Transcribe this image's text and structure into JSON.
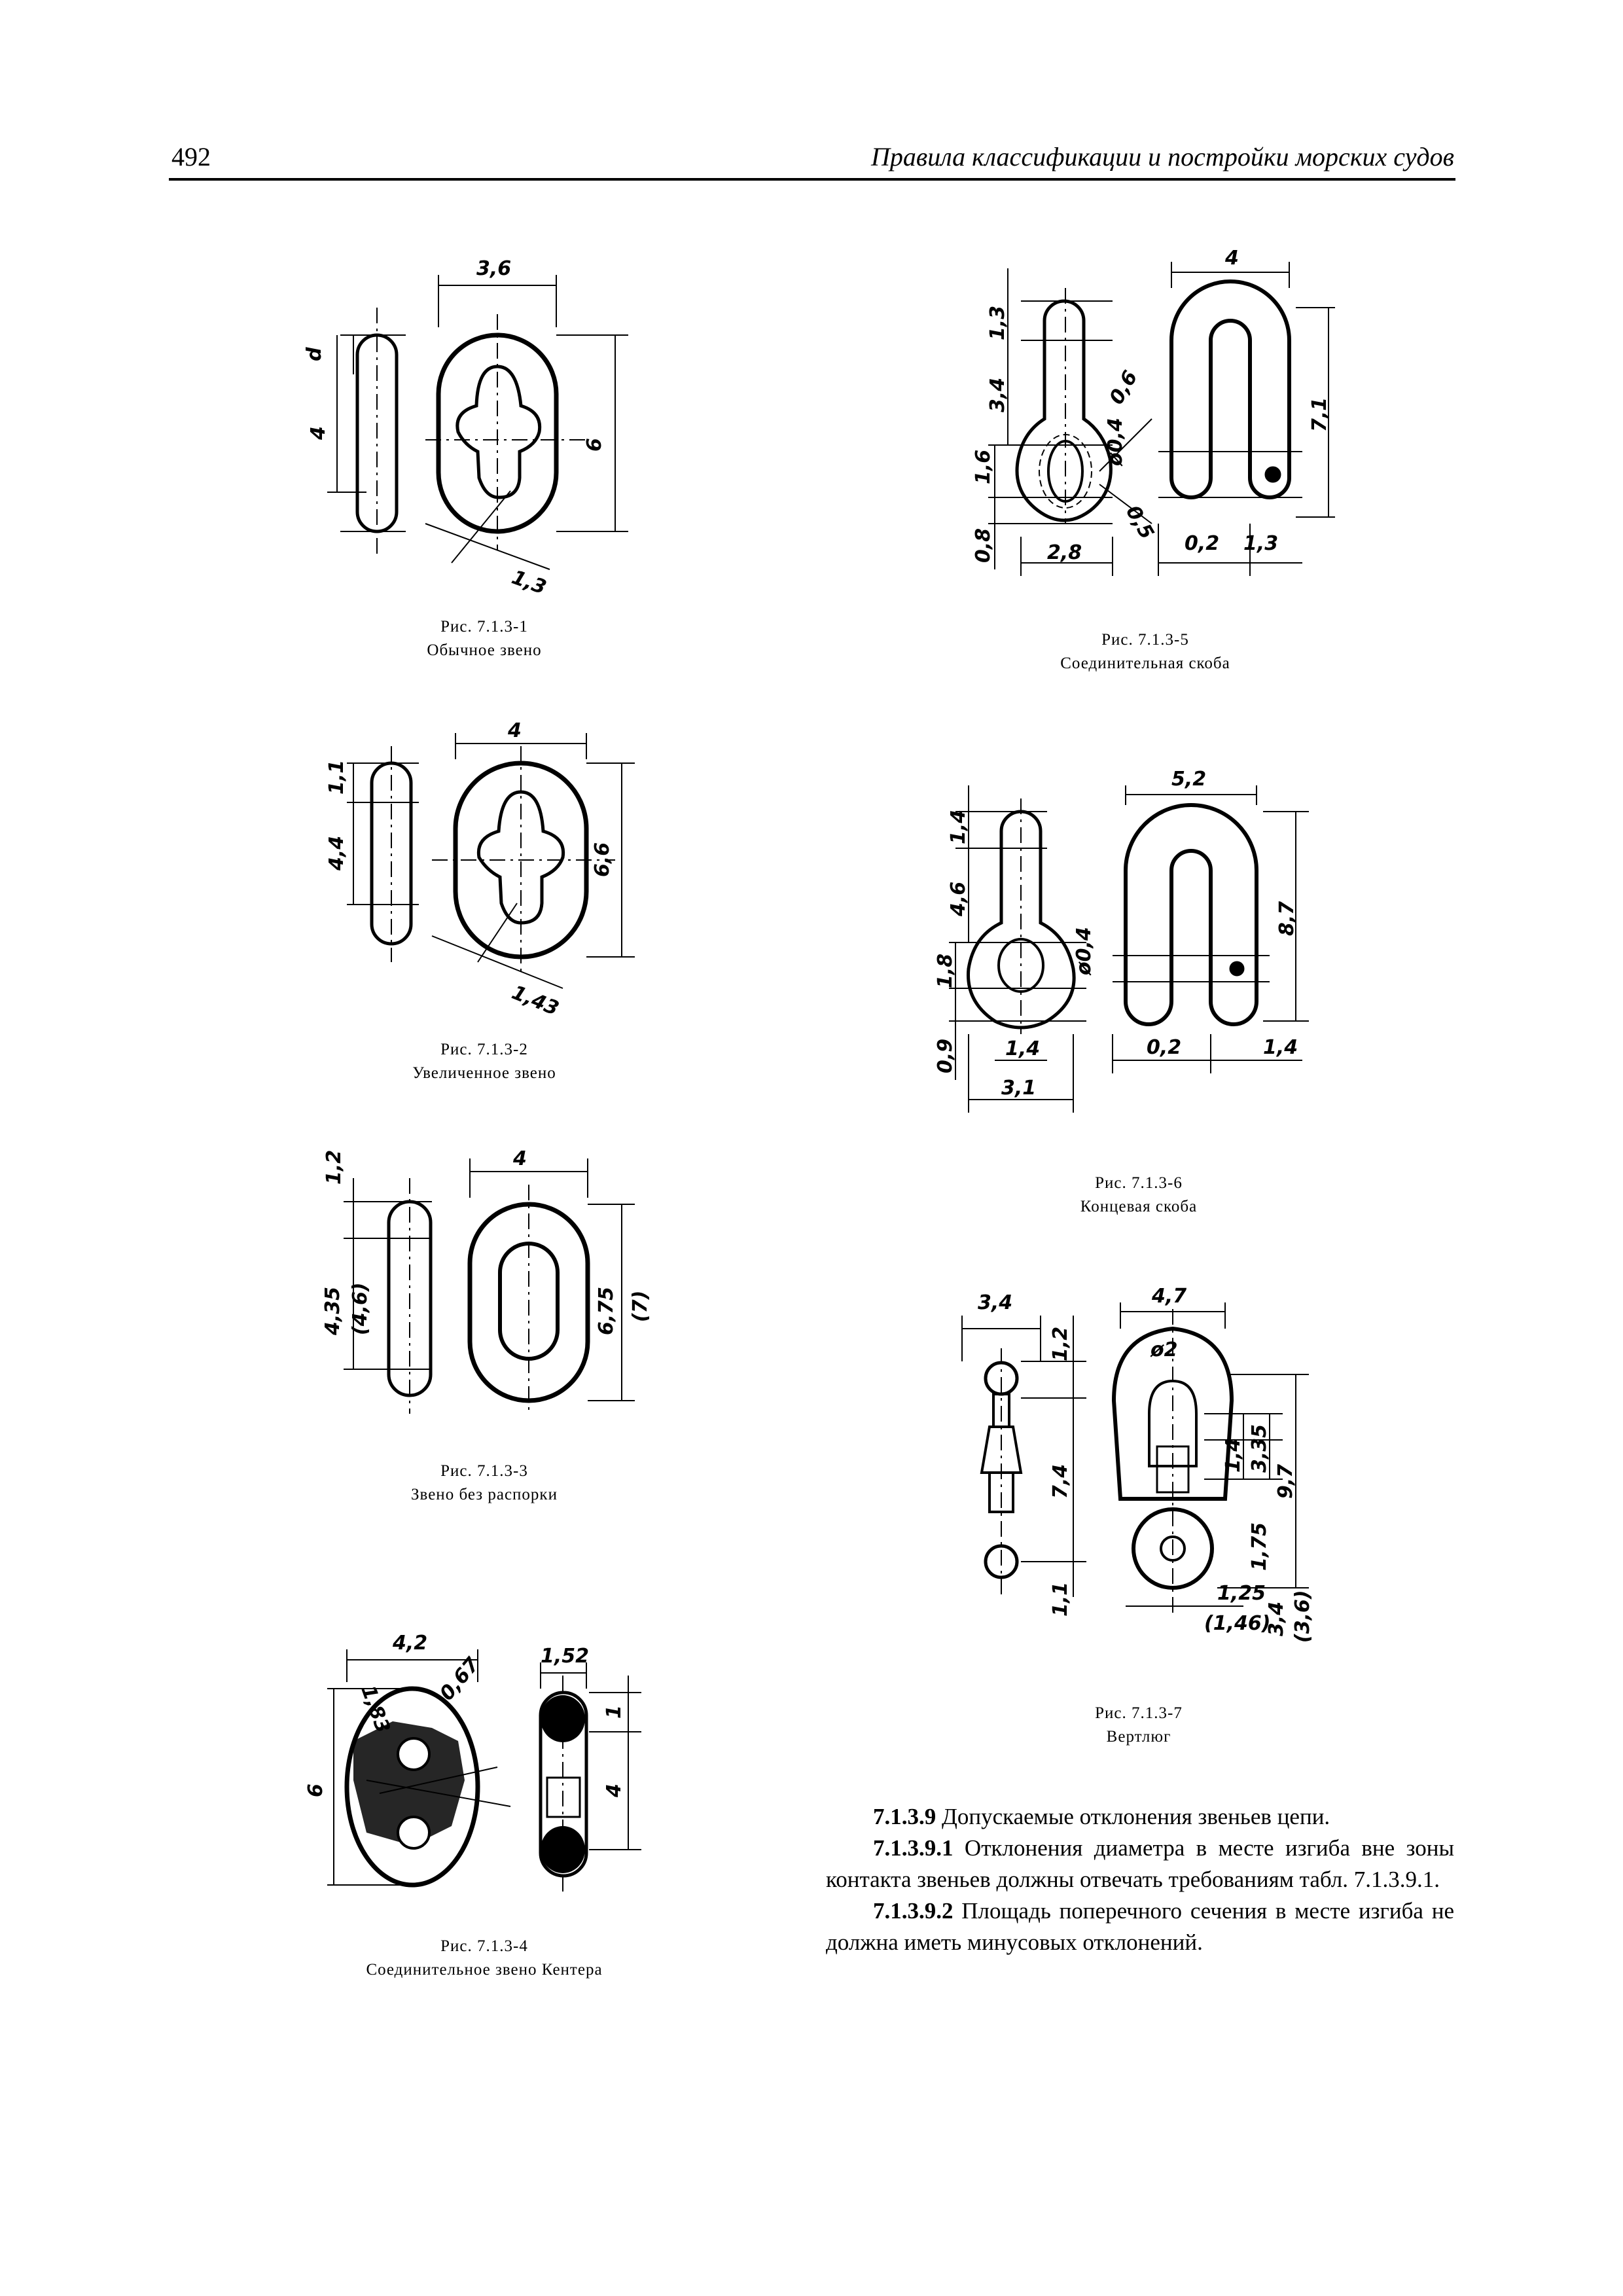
{
  "header": {
    "page_number": "492",
    "running_title": "Правила классификации и постройки морских судов"
  },
  "figures": [
    {
      "id": "fig-1",
      "caption_number": "Рис. 7.1.3-1",
      "caption_title": "Обычное звено",
      "dims": {
        "width": "3,6",
        "height": "6",
        "d": "d",
        "pitch": "4",
        "radius": "1,3"
      }
    },
    {
      "id": "fig-2",
      "caption_number": "Рис. 7.1.3-2",
      "caption_title": "Увеличенное звено",
      "dims": {
        "width": "4",
        "height": "6,6",
        "top": "1,1",
        "pitch": "4,4",
        "radius": "1,43"
      }
    },
    {
      "id": "fig-3",
      "caption_number": "Рис. 7.1.3-3",
      "caption_title": "Звено без распорки",
      "dims": {
        "width": "4",
        "height": "6,75",
        "height_alt": "(7)",
        "top": "1,2",
        "pitch": "4,35",
        "pitch_alt": "(4,6)"
      }
    },
    {
      "id": "fig-4",
      "caption_number": "Рис. 7.1.3-4",
      "caption_title": "Соединительное звено Кентера",
      "dims": {
        "width": "4,2",
        "height": "6",
        "r1": "1,83",
        "r2": "0,67",
        "thickness": "1,52",
        "top": "1",
        "pitch": "4"
      }
    },
    {
      "id": "fig-5",
      "caption_number": "Рис. 7.1.3-5",
      "caption_title": "Соединительная скоба",
      "dims": {
        "width": "4",
        "height": "7,1",
        "top": "1,3",
        "pitch": "3,4",
        "hole": "1,6",
        "bottom": "0,8",
        "base": "2,8",
        "r": "0,6",
        "dia": "ø0,4",
        "r2": "0,5",
        "gap": "0,2",
        "end": "1,3"
      }
    },
    {
      "id": "fig-6",
      "caption_number": "Рис. 7.1.3-6",
      "caption_title": "Концевая скоба",
      "dims": {
        "width": "5,2",
        "height": "8,7",
        "top": "1,4",
        "pitch": "4,6",
        "hole": "1,8",
        "bottom": "0,9",
        "inner": "1,4",
        "base": "3,1",
        "dia": "ø0,4",
        "gap": "0,2",
        "end": "1,4"
      }
    },
    {
      "id": "fig-7",
      "caption_number": "Рис. 7.1.3-7",
      "caption_title": "Вертлюг",
      "dims": {
        "width_left": "3,4",
        "top": "1,2",
        "pitch": "7,4",
        "bottom": "1,1",
        "width_right": "4,7",
        "dia": "ø2",
        "d1": "1,4",
        "d2": "3,35",
        "d3": "9,7",
        "d4": "1,75",
        "d5": "1,25",
        "d5_alt": "(1,46)",
        "d6": "3,4",
        "d6_alt": "(3,6)"
      }
    }
  ],
  "body_text": {
    "p1_num": "7.1.3.9",
    "p1_text": " Допускаемые отклонения звеньев цепи.",
    "p2_num": "7.1.3.9.1",
    "p2_text": " Отклонения диаметра в месте изгиба вне зоны контакта звеньев должны отвечать требованиям табл. 7.1.3.9.1.",
    "p3_num": "7.1.3.9.2",
    "p3_text": " Площадь поперечного сечения в месте изгиба не должна иметь минусовых отклонений."
  }
}
